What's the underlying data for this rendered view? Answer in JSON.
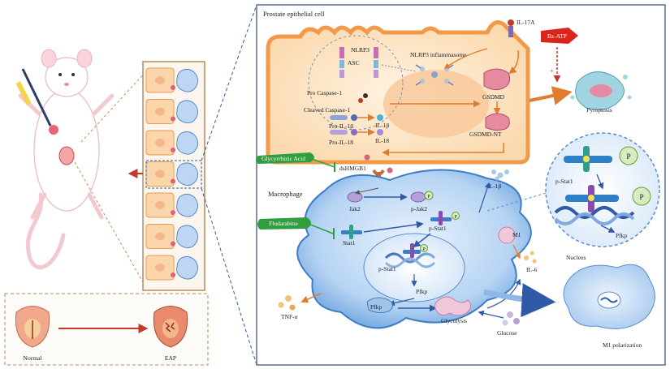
{
  "panel_left": {
    "normal_label": "Normal",
    "eap_label": "EAP"
  },
  "prostate_cell": {
    "title": "Prostate epithelial cell",
    "nlrp3": "NLRP3",
    "asc": "ASC",
    "nlrp3_inflammasome": "NLRP3 inflammasome",
    "pro_caspase": "Pro Caspase-1",
    "cleaved_caspase": "Cleaved  Caspase-1",
    "pro_il1b": "Pro-IL-1β",
    "pro_il18": "Pro-IL-18",
    "il1b": "IL-1β",
    "il18": "IL-18",
    "gsdmd": "GSDMD",
    "gsdmd_nt": "GSDMD-NT",
    "il17a": "IL-17A",
    "bz_atp": "Bz-ATP",
    "pyroptosis": "Pyroptosis",
    "plus": "+"
  },
  "inhibitors": {
    "glycyrrhizic": "Glycyrrhizic Acid",
    "fludarabine": "Fludarabine",
    "dshmgb1": "dsHMGB1"
  },
  "macrophage": {
    "title": "Macrophage",
    "jak2": "Jak2",
    "p_jak2": "p-Jak2",
    "stat1": "Stat1",
    "p_stat1": "p-Stat1",
    "p_stat1_nuc": "p-Stat1",
    "pfkp": "Pfkp",
    "pfkp2": "Pfkp",
    "glycolysis": "Glycolysis",
    "glucose": "Glucose",
    "tnf": "TNF-α",
    "il1b_out": "IL-1β",
    "il6": "IL-6",
    "m1": "M1",
    "p": "P"
  },
  "nucleus_zoom": {
    "p_stat1": "p-Stat1",
    "p": "P",
    "pfkp": "Pfkp",
    "nucleus": "Nucleus"
  },
  "m1_polarization": "M1 polarization",
  "colors": {
    "frame": "#5a6f8e",
    "cell_fill": "#fbe3c4",
    "cell_border": "#f29a4a",
    "macrophage": "#7fb0e6",
    "inhibitor": "#2e9e3e",
    "arrow_red": "#c23a2a",
    "arrow_orange": "#e07c2e"
  }
}
